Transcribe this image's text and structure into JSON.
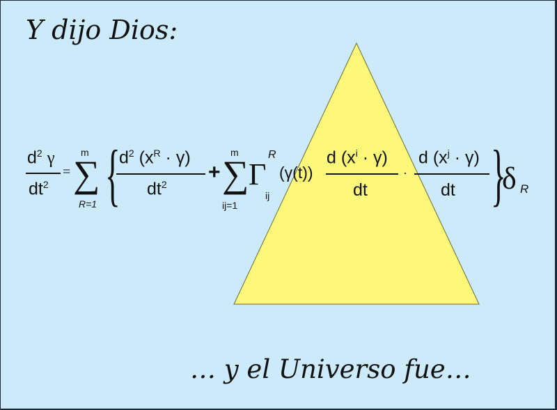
{
  "slide": {
    "title": "Y dijo Dios:",
    "footer": "… y el Universo fue…",
    "background_color": "#cdeafb",
    "triangle": {
      "fill": "#fdf77a",
      "stroke": "#6b6b30",
      "apex": [
        512,
        62
      ],
      "base_left": [
        336,
        437
      ],
      "base_right": [
        688,
        437
      ]
    }
  },
  "equation": {
    "lhs_num": "d",
    "lhs_num_sup": "2",
    "lhs_num_sym": "γ",
    "lhs_den": "dt",
    "lhs_den_sup": "2",
    "equals": "=",
    "sum1_top": "m",
    "sum1_sym": "∑",
    "sum1_bottom": "R=1",
    "brace_open": "{",
    "t1_num_d": "d",
    "t1_num_sup": "2",
    "t1_num_rest": "(x",
    "t1_num_R": "R",
    "t1_num_end": " · γ)",
    "t1_den": "dt",
    "t1_den_sup": "2",
    "plus": "+",
    "sum2_top": "m",
    "sum2_sym": "∑",
    "sum2_bottom": "ij=1",
    "gamma": "Γ",
    "gamma_sup": "R",
    "gamma_sub": "ij",
    "gamma_arg": "(γ(t))",
    "f1_num": "d (x",
    "f1_sup": "i",
    "f1_end": " · γ)",
    "f1_den": "dt",
    "dot": "·",
    "f2_num": "d (x",
    "f2_sup": "j",
    "f2_end": " · γ)",
    "f2_den": "dt",
    "brace_close": "}",
    "delta": "δ",
    "delta_sub": "R"
  }
}
